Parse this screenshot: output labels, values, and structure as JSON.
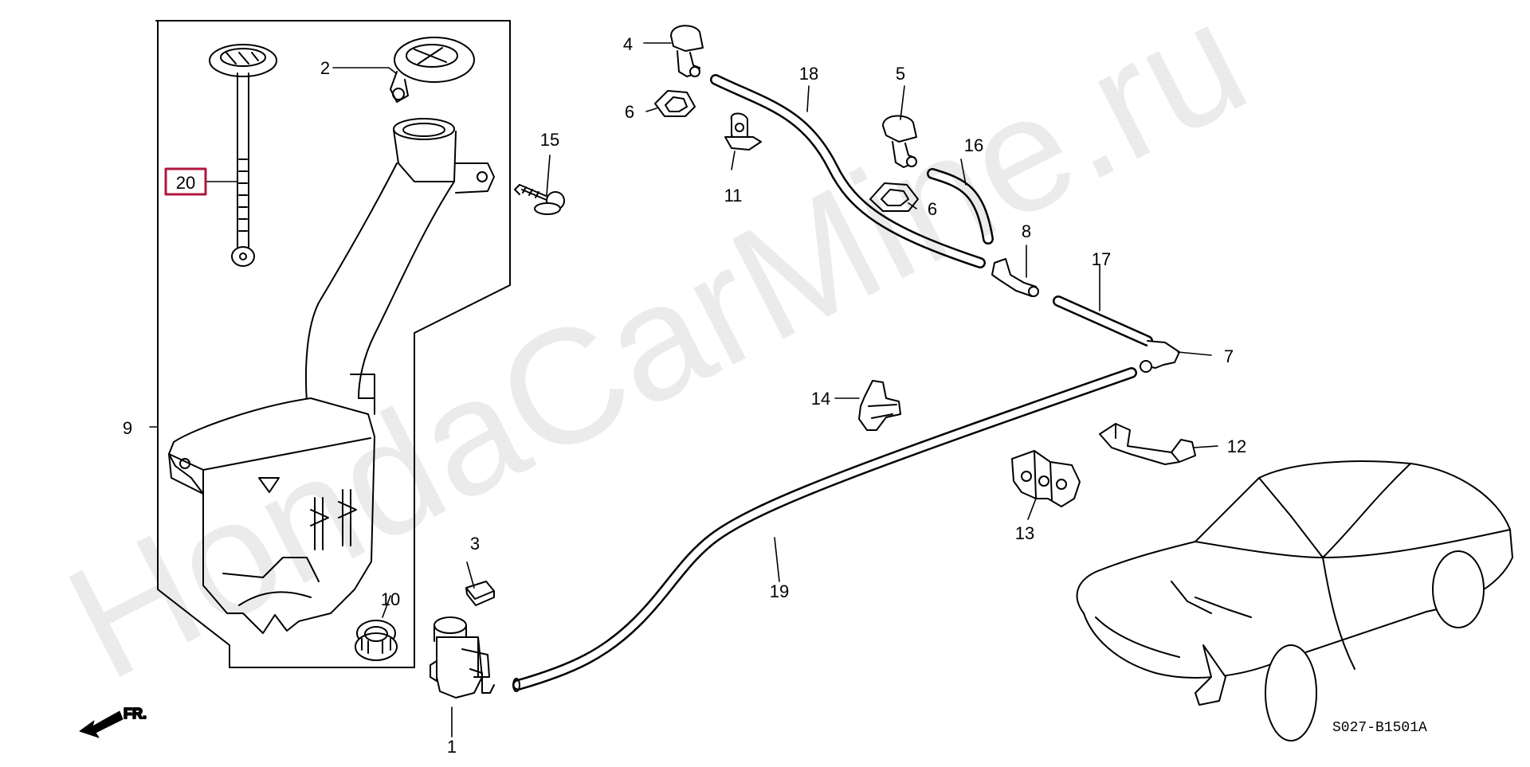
{
  "diagram": {
    "watermark": "HondaCarMine.ru",
    "diagram_code": "S027-B1501A",
    "front_label": "FR.",
    "highlighted_part": "20",
    "callouts": [
      {
        "id": "1",
        "label": "1"
      },
      {
        "id": "2",
        "label": "2"
      },
      {
        "id": "3",
        "label": "3"
      },
      {
        "id": "4",
        "label": "4"
      },
      {
        "id": "5",
        "label": "5"
      },
      {
        "id": "6a",
        "label": "6"
      },
      {
        "id": "6b",
        "label": "6"
      },
      {
        "id": "7",
        "label": "7"
      },
      {
        "id": "8",
        "label": "8"
      },
      {
        "id": "9",
        "label": "9"
      },
      {
        "id": "10",
        "label": "10"
      },
      {
        "id": "11",
        "label": "11"
      },
      {
        "id": "12",
        "label": "12"
      },
      {
        "id": "13",
        "label": "13"
      },
      {
        "id": "14",
        "label": "14"
      },
      {
        "id": "15",
        "label": "15"
      },
      {
        "id": "16",
        "label": "16"
      },
      {
        "id": "17",
        "label": "17"
      },
      {
        "id": "18",
        "label": "18"
      },
      {
        "id": "19",
        "label": "19"
      },
      {
        "id": "20",
        "label": "20"
      }
    ],
    "colors": {
      "line": "#000000",
      "highlight": "#b0183c",
      "watermark": "#000000"
    }
  }
}
